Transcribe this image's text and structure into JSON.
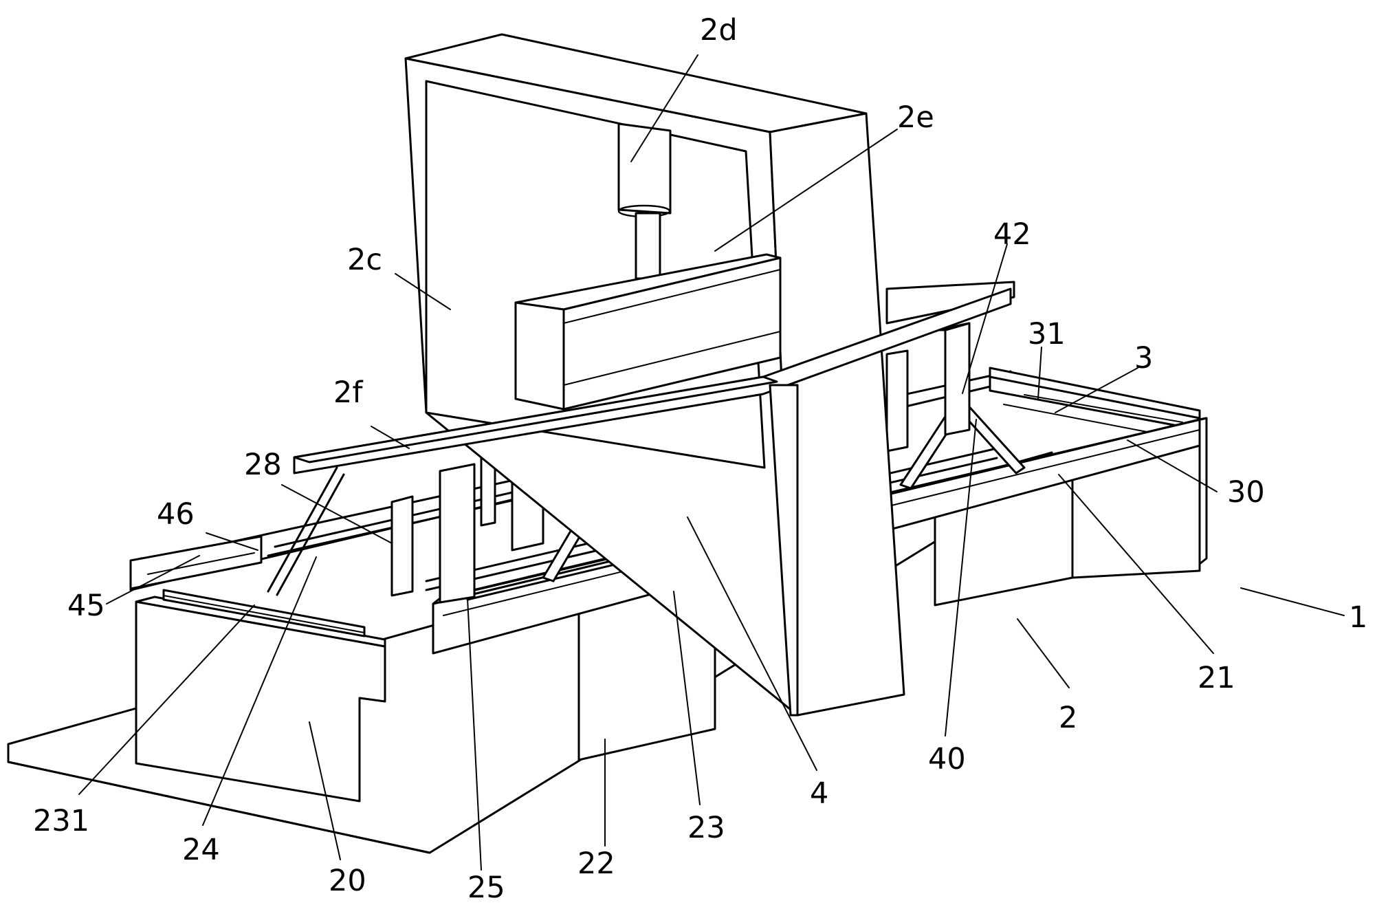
{
  "figure": {
    "description_free": true,
    "labels": [
      {
        "id": "lbl-2d",
        "text": "2d"
      },
      {
        "id": "lbl-2e",
        "text": "2e"
      },
      {
        "id": "lbl-2c",
        "text": "2c"
      },
      {
        "id": "lbl-42",
        "text": "42"
      },
      {
        "id": "lbl-31",
        "text": "31"
      },
      {
        "id": "lbl-3",
        "text": "3"
      },
      {
        "id": "lbl-2f",
        "text": "2f"
      },
      {
        "id": "lbl-28",
        "text": "28"
      },
      {
        "id": "lbl-30",
        "text": "30"
      },
      {
        "id": "lbl-46",
        "text": "46"
      },
      {
        "id": "lbl-45",
        "text": "45"
      },
      {
        "id": "lbl-1",
        "text": "1"
      },
      {
        "id": "lbl-21",
        "text": "21"
      },
      {
        "id": "lbl-2",
        "text": "2"
      },
      {
        "id": "lbl-40",
        "text": "40"
      },
      {
        "id": "lbl-4",
        "text": "4"
      },
      {
        "id": "lbl-231",
        "text": "231"
      },
      {
        "id": "lbl-24",
        "text": "24"
      },
      {
        "id": "lbl-23",
        "text": "23"
      },
      {
        "id": "lbl-22",
        "text": "22"
      },
      {
        "id": "lbl-20",
        "text": "20"
      },
      {
        "id": "lbl-25",
        "text": "25"
      }
    ]
  }
}
